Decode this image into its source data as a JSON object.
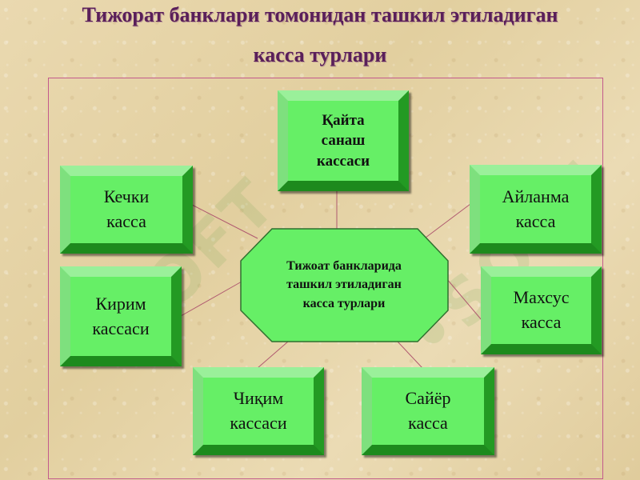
{
  "title": {
    "line1": "Тижорат банклари томонидан ташкил этиладиган",
    "line2": "касса турлари"
  },
  "center": {
    "label": "Тижоат банкларида\nташкил этиладиган\nкасса турлари"
  },
  "nodes": {
    "recount": "Қайта\nсанаш\nкассаси",
    "evening": "Кечки\nкасса",
    "circulating": "Айланма\nкасса",
    "income": "Кирим\nкассаси",
    "special": "Махсус\nкасса",
    "expense": "Чиқим\nкассаси",
    "mobile": "Сайёр\nкасса"
  },
  "colors": {
    "title": "#5a1f5a",
    "frame": "#c35a8c",
    "box_face": "#66ef66",
    "box_bevel_dark": "#1d8a1d",
    "box_bevel_light": "#9af09a",
    "connector": "#b05a70"
  }
}
